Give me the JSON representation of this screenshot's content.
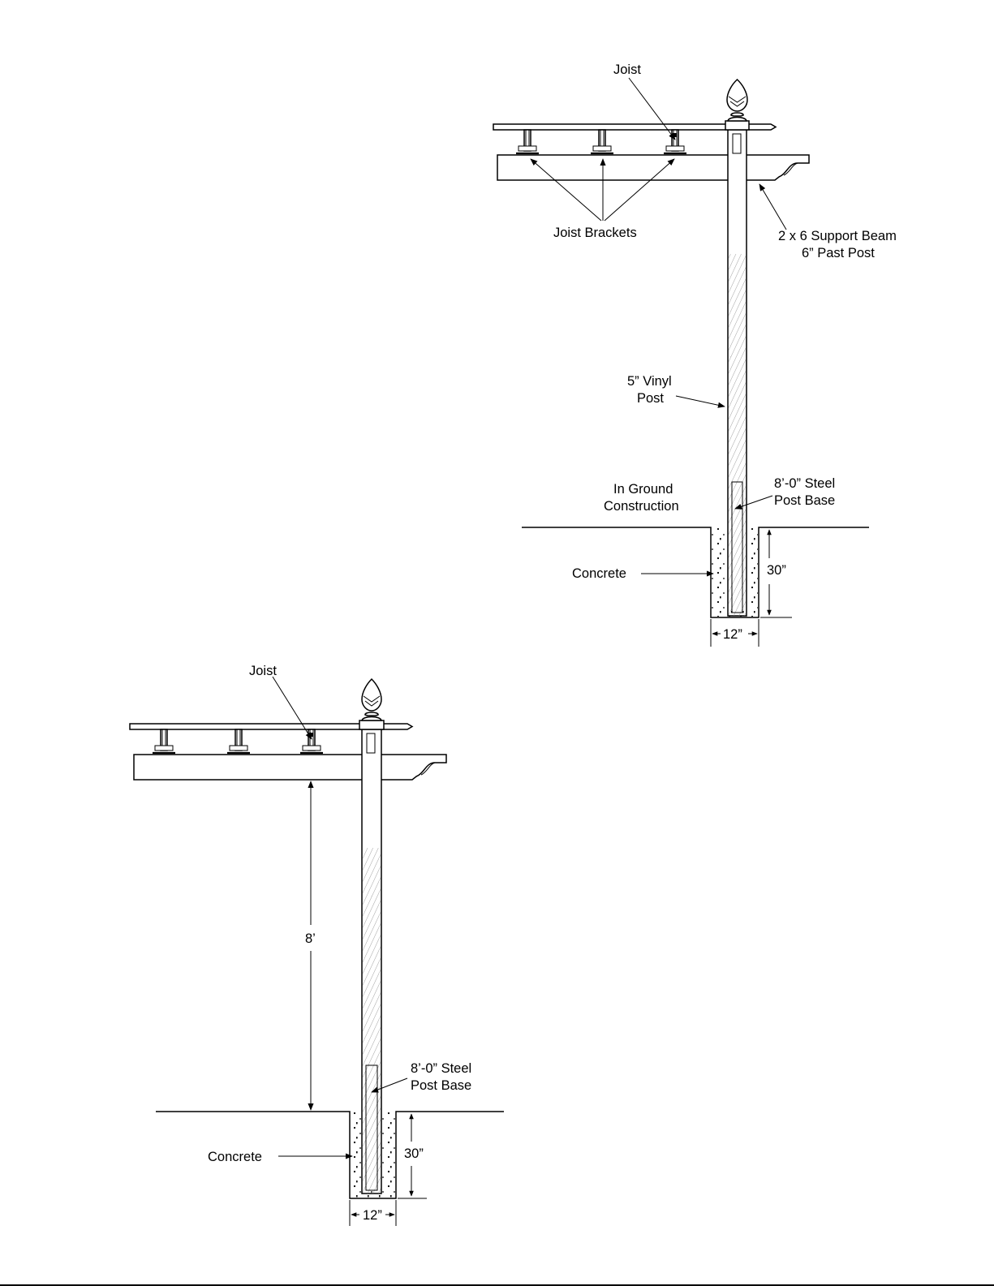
{
  "diagram_top": {
    "joist_label": "Joist",
    "brackets_label": "Joist Brackets",
    "beam_label_line1": "2 x 6 Support Beam",
    "beam_label_line2": "6” Past Post",
    "post_label_line1": "5” Vinyl",
    "post_label_line2": "Post",
    "construction_label_line1": "In Ground",
    "construction_label_line2": "Construction",
    "steel_label_line1": "8’-0” Steel",
    "steel_label_line2": "Post Base",
    "concrete_label": "Concrete",
    "depth_label": "30”",
    "width_label": "12”"
  },
  "diagram_bottom": {
    "joist_label": "Joist",
    "height_label": "8’",
    "steel_label_line1": "8’-0” Steel",
    "steel_label_line2": "Post Base",
    "concrete_label": "Concrete",
    "depth_label": "30”",
    "width_label": "12”"
  }
}
